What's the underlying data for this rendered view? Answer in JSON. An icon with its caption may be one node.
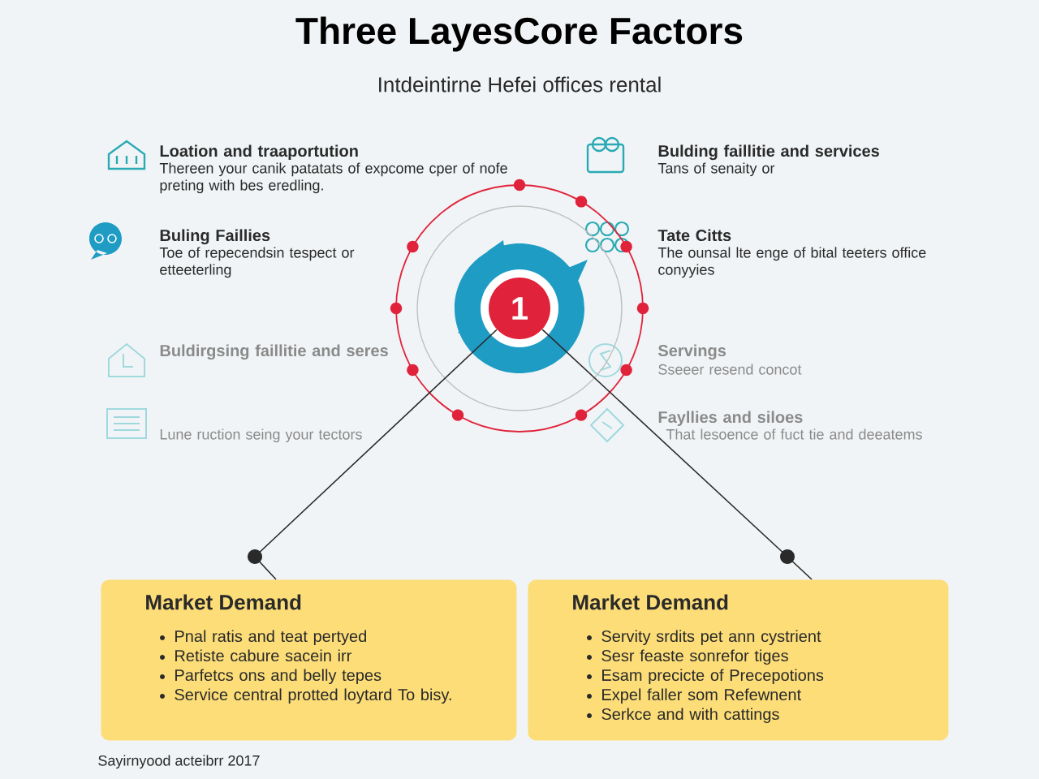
{
  "diagram": {
    "title": "Three LayesCore Factors",
    "nodes": [
      {
        "text": [
          "1"
        ]
      },
      {
        "text": [
          "Market Demand",
          "Pnal ratis and teat pertyed",
          "Retiste cabure sacein irr",
          "Parfetcs ons and belly tepes",
          "Service central protted loytard To bisy."
        ]
      },
      {
        "text": [
          "Market Demand",
          "Servity srdits pet ann cystrient",
          "Sesr feaste sonrefor tiges",
          "Esam precicte of Precepotions",
          "Expel faller som Refewnent",
          "Serkce and with cattings"
        ]
      }
    ],
    "edges": [
      {
        "from": 0,
        "to": 1,
        "arrow": "none"
      },
      {
        "from": 0,
        "to": 2,
        "arrow": "none"
      }
    ],
    "labels": [
      "Intdeintirne Hefei offices rental",
      "Loation and traaportution",
      "Thereen your canik patatats of expcome cper of nofe preting with bes eredling.",
      "Bulding faillitie and services",
      "Tans of senaity or",
      "Buling Faillies",
      "Toe of repecendsin tespect or etteeterling",
      "Tate Citts",
      "The ounsal lte enge of bital teeters office conyyies",
      "Buldirgsing faillitie and seres",
      "Servings",
      "Sseeer resend concot",
      "Lune ruction seing your tectors",
      "Fayllies and siloes",
      "That lesoence of fuct tie and deeatems",
      "Sayirnyood acteibrr 2017"
    ]
  }
}
